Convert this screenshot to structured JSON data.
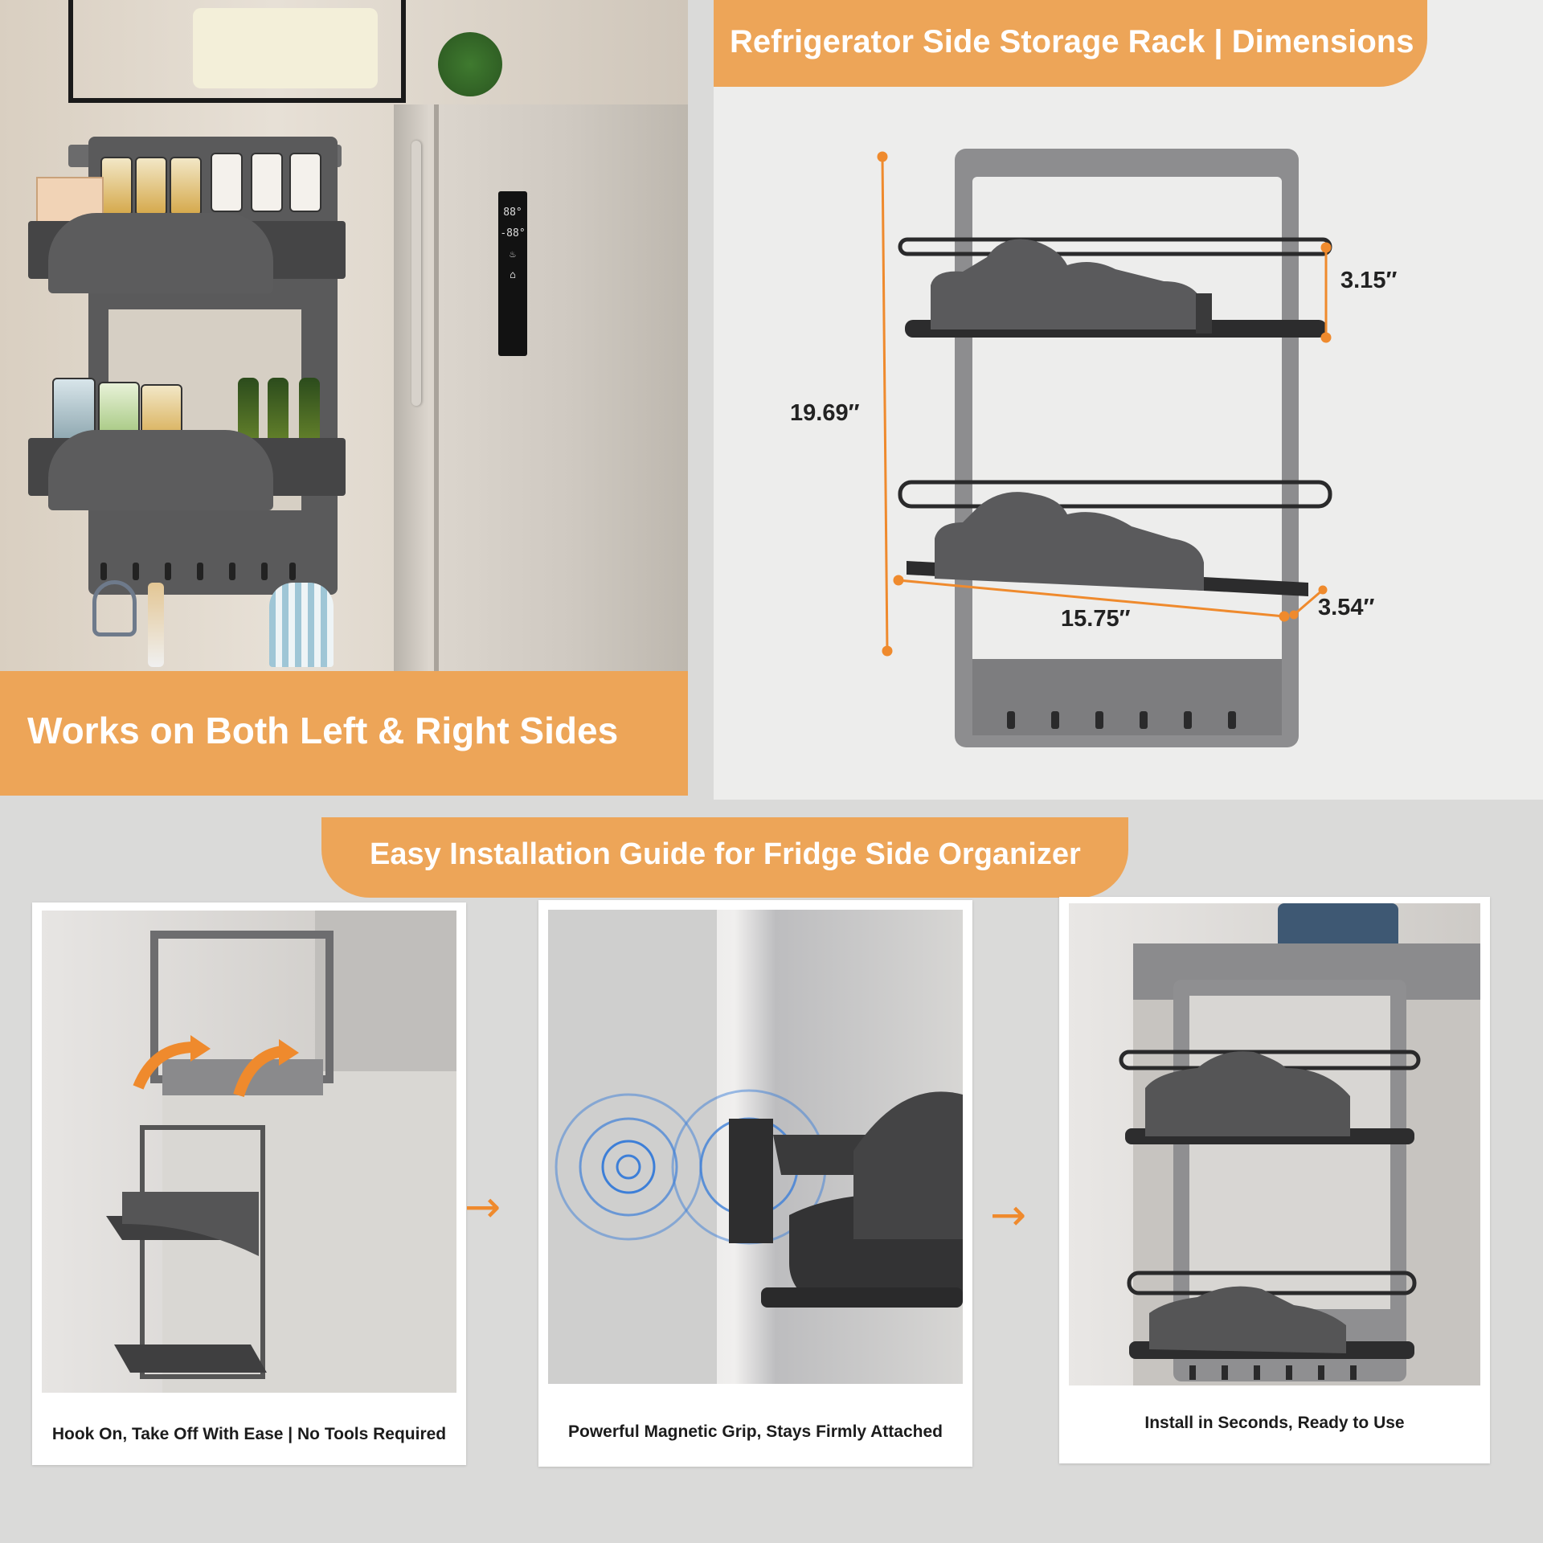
{
  "hero": {
    "caption": "Works on Both Left & Right Sides",
    "fridge_display": [
      "88°",
      "-88°",
      "♨",
      "⌂"
    ]
  },
  "dimensions": {
    "title": "Refrigerator Side Storage Rack | Dimensions",
    "height_label": "19.69″",
    "shelf_gap_label": "3.15″",
    "width_label": "15.75″",
    "depth_label": "3.54″"
  },
  "install": {
    "title": "Easy Installation Guide for Fridge Side Organizer",
    "steps": [
      {
        "caption": "Hook On, Take Off With Ease | No Tools Required"
      },
      {
        "caption": "Powerful Magnetic Grip, Stays Firmly Attached"
      },
      {
        "caption": "Install in Seconds, Ready to Use"
      }
    ],
    "arrow_glyph": "→"
  },
  "colors": {
    "accent": "#eda558",
    "arrow": "#ef8a2d",
    "rack_dark": "#4a4a4b",
    "rack_frame": "#8d8d8f"
  }
}
